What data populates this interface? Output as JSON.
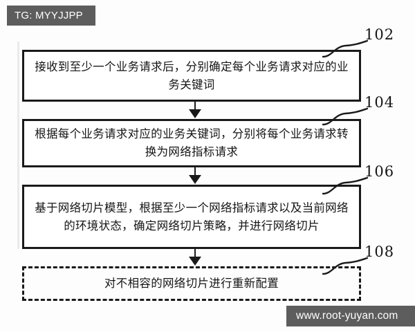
{
  "figure": {
    "type": "patent-flowchart",
    "steps": [
      {
        "ref": "102",
        "text": "接收到至少一个业务请求后，分别确定每个业务请求对应的业务关键词",
        "style": "solid"
      },
      {
        "ref": "104",
        "text": "根据每个业务请求对应的业务关键词，分别将每个业务请求转换为网络指标请求",
        "style": "solid"
      },
      {
        "ref": "106",
        "text": "基于网络切片模型，根据至少一个网络指标请求以及当前网络的环境状态，确定网络切片策略，并进行网络切片",
        "style": "solid"
      },
      {
        "ref": "108",
        "text": "对不相容的网络切片进行重新配置",
        "style": "dashed"
      }
    ]
  },
  "watermarks": {
    "top_left": "TG: MYYJJPP",
    "bottom_right": "www.root-yuyan.com",
    "background_color": "#5d5d5d",
    "text_color": "#ffffff"
  },
  "colors": {
    "line": "#1a1a1a",
    "page": "#fdfdfd",
    "text": "#151515"
  }
}
